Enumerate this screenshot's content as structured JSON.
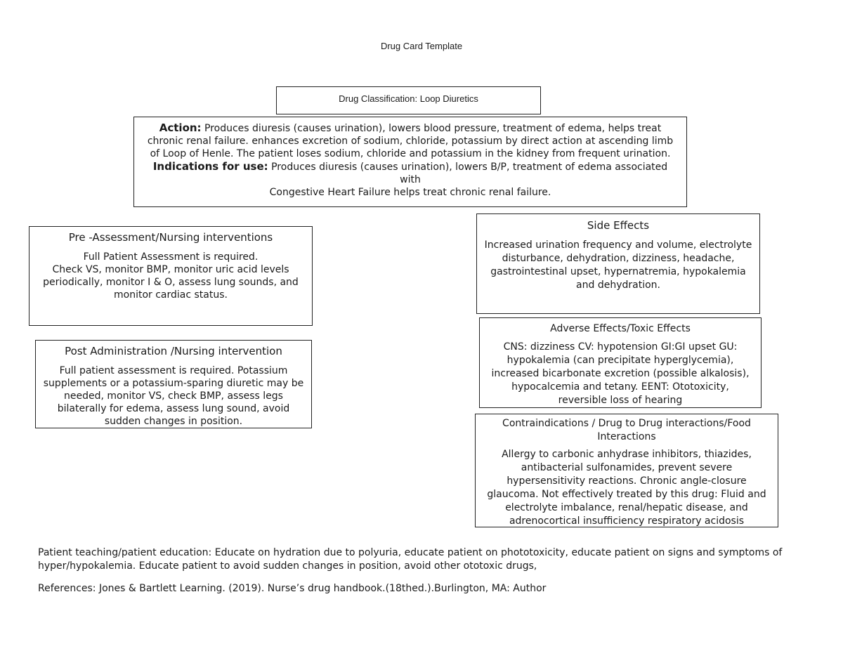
{
  "title": "Drug Card Template",
  "classification": "Drug Classification: Loop Diuretics",
  "action": {
    "label": "Action:",
    "text": "Produces diuresis (causes urination), lowers blood pressure, treatment of edema, helps treat chronic renal failure. enhances excretion of sodium, chloride, potassium by direct action at ascending limb of Loop of Henle. The patient loses sodium, chloride and potassium in the kidney from frequent urination.",
    "indications_label": "Indications for use:",
    "indications_text": "Produces diuresis (causes urination), lowers B/P, treatment of edema associated with",
    "indications_more": "Congestive Heart Failure helps treat chronic renal failure."
  },
  "pre_assessment": {
    "heading": "Pre -Assessment/Nursing interventions",
    "line1": "Full Patient Assessment is required.",
    "line2": "Check VS, monitor BMP, monitor uric acid levels periodically, monitor I & O, assess lung sounds, and monitor cardiac status."
  },
  "post_admin": {
    "heading": "Post Administration /Nursing intervention",
    "text": "Full patient assessment is required. Potassium supplements or a potassium-sparing diuretic may be needed, monitor VS, check BMP, assess legs bilaterally for edema, assess lung sound, avoid sudden changes in position."
  },
  "side_effects": {
    "heading": "Side Effects",
    "text": "Increased urination frequency and volume, electrolyte disturbance, dehydration, dizziness, headache, gastrointestinal upset, hypernatremia, hypokalemia and dehydration."
  },
  "adverse_effects": {
    "heading": "Adverse Effects/Toxic Effects",
    "text": "CNS: dizziness CV: hypotension GI:GI upset GU: hypokalemia (can precipitate hyperglycemia), increased bicarbonate excretion (possible alkalosis), hypocalcemia and tetany. EENT: Ototoxicity, reversible loss of hearing"
  },
  "contraindications": {
    "heading": "Contraindications / Drug to Drug interactions/Food Interactions",
    "text": "Allergy to carbonic anhydrase inhibitors, thiazides, antibacterial sulfonamides, prevent severe hypersensitivity reactions. Chronic angle-closure glaucoma. Not effectively treated by this drug: Fluid and electrolyte imbalance, renal/hepatic disease, and adrenocortical insufficiency respiratory acidosis"
  },
  "teaching": "Patient teaching/patient education: Educate on hydration due to polyuria, educate patient on phototoxicity, educate patient on signs and symptoms of hyper/hypokalemia. Educate patient to avoid sudden changes in position, avoid other ototoxic drugs,",
  "references": "References: Jones & Bartlett Learning. (2019). Nurse’s drug handbook.(18thed.).Burlington, MA: Author"
}
